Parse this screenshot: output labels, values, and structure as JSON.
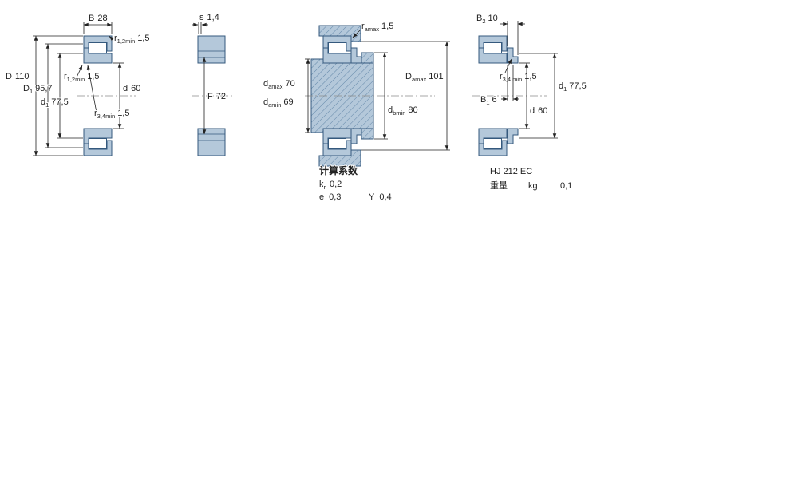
{
  "colors": {
    "drawing_fill": "#b4c8da",
    "drawing_stroke": "#35597d",
    "hatch_line": "#6488a9",
    "dimension": "#222222",
    "centerline": "#8a8a8a",
    "background": "#ffffff"
  },
  "front_view": {
    "B": {
      "sym": "B",
      "val": "28"
    },
    "r12_outer": {
      "sym": "r",
      "sub": "1,2min",
      "val": "1,5"
    },
    "D": {
      "sym": "D",
      "val": "110"
    },
    "D1": {
      "sym": "D",
      "sub": "1",
      "val": "95,7"
    },
    "r12_bore": {
      "sym": "r",
      "sub": "1,2min",
      "val": "1,5"
    },
    "d1": {
      "sym": "d",
      "sub": "1",
      "val": "77,5"
    },
    "d": {
      "sym": "d",
      "val": "60"
    },
    "r34": {
      "sym": "r",
      "sub": "3,4min",
      "val": "1,5"
    },
    "F": {
      "sym": "F",
      "val": "72"
    }
  },
  "side_view": {
    "s": {
      "sym": "s",
      "val": "1,4"
    }
  },
  "mounting_view": {
    "ra": {
      "sym": "r",
      "sub": "amax",
      "val": "1,5"
    },
    "da_max": {
      "sym": "d",
      "sub": "amax",
      "val": "70"
    },
    "da_min": {
      "sym": "d",
      "sub": "amin",
      "val": "69"
    },
    "Da_max": {
      "sym": "D",
      "sub": "amax",
      "val": "101"
    },
    "db_min": {
      "sym": "d",
      "sub": "bmin",
      "val": "80"
    }
  },
  "calculation_factors": {
    "title": "计算系数",
    "kr": {
      "sym": "k",
      "sub": "r",
      "val": "0,2"
    },
    "e": {
      "sym": "e",
      "val": "0,3"
    },
    "Y": {
      "sym": "Y",
      "val": "0,4"
    }
  },
  "angle_ring_view": {
    "B2": {
      "sym": "B",
      "sub": "2",
      "val": "10"
    },
    "r34_min": {
      "sym": "r",
      "sub": "3,4 min",
      "val": "1,5"
    },
    "d1": {
      "sym": "d",
      "sub": "1",
      "val": "77,5"
    },
    "B1": {
      "sym": "B",
      "sub": "1",
      "val": "6"
    },
    "d": {
      "sym": "d",
      "val": "60"
    }
  },
  "angle_ring_info": {
    "designation": "HJ 212 EC",
    "mass_label": "重量",
    "mass_unit": "kg",
    "mass_value": "0,1"
  }
}
